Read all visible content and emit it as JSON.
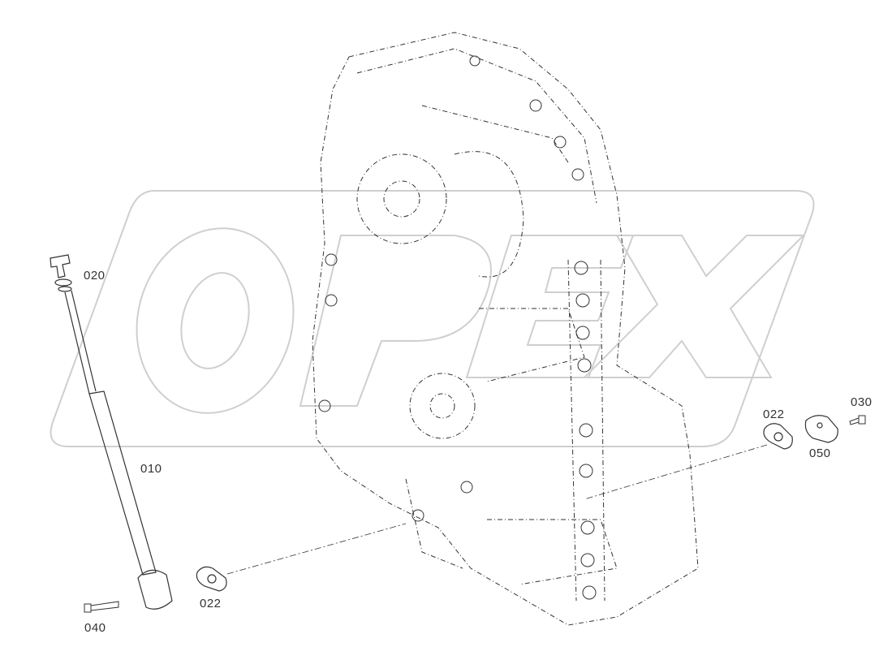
{
  "watermark": {
    "text": "OPEX",
    "color": "#d0d0d0"
  },
  "line_color": "#333333",
  "callouts": [
    {
      "id": "020"
    },
    {
      "id": "010"
    },
    {
      "id": "040"
    },
    {
      "id": "022"
    },
    {
      "id": "022"
    },
    {
      "id": "050"
    },
    {
      "id": "030"
    }
  ]
}
